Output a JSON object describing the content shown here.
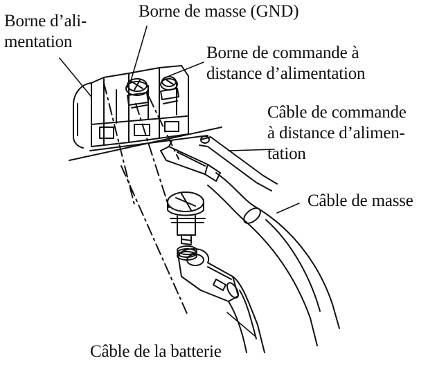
{
  "labels": {
    "power_terminal": [
      "Borne d’ali-",
      "mentation"
    ],
    "ground_terminal": [
      "Borne de masse (GND)"
    ],
    "remote_terminal": [
      "Borne de commande à",
      "distance d’alimentation"
    ],
    "remote_cable": [
      "Câble de commande",
      "à distance d’alimen-",
      "tation"
    ],
    "ground_cable": [
      "Câble de masse"
    ],
    "battery_cable": [
      "Câble de la batterie"
    ]
  },
  "colors": {
    "ink": "#111111",
    "paper": "#ffffff"
  }
}
